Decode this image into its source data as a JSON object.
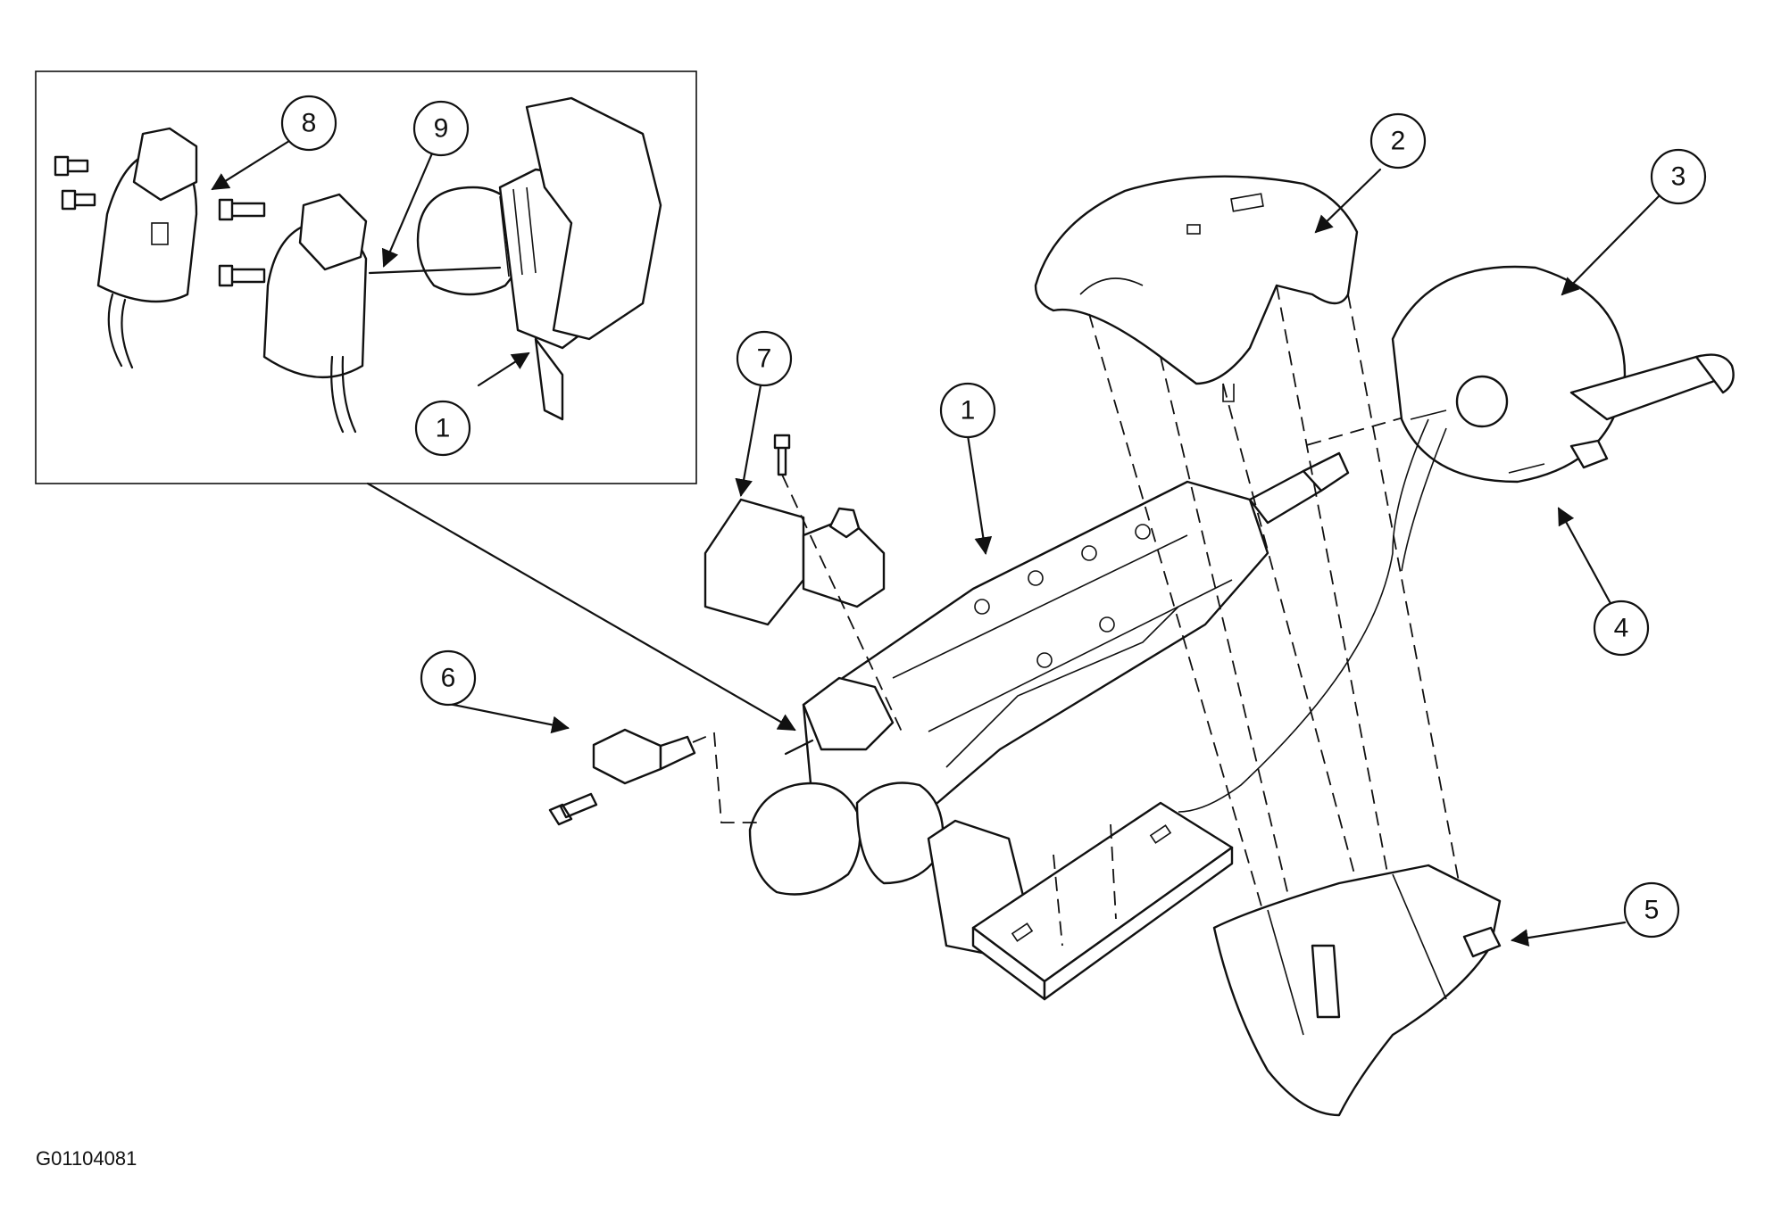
{
  "diagram": {
    "figure_code": "G01104081",
    "callouts": {
      "inset_8": "8",
      "inset_9": "9",
      "inset_1": "1",
      "main_1": "1",
      "main_2": "2",
      "main_3": "3",
      "main_4": "4",
      "main_5": "5",
      "main_6": "6",
      "main_7": "7"
    }
  }
}
